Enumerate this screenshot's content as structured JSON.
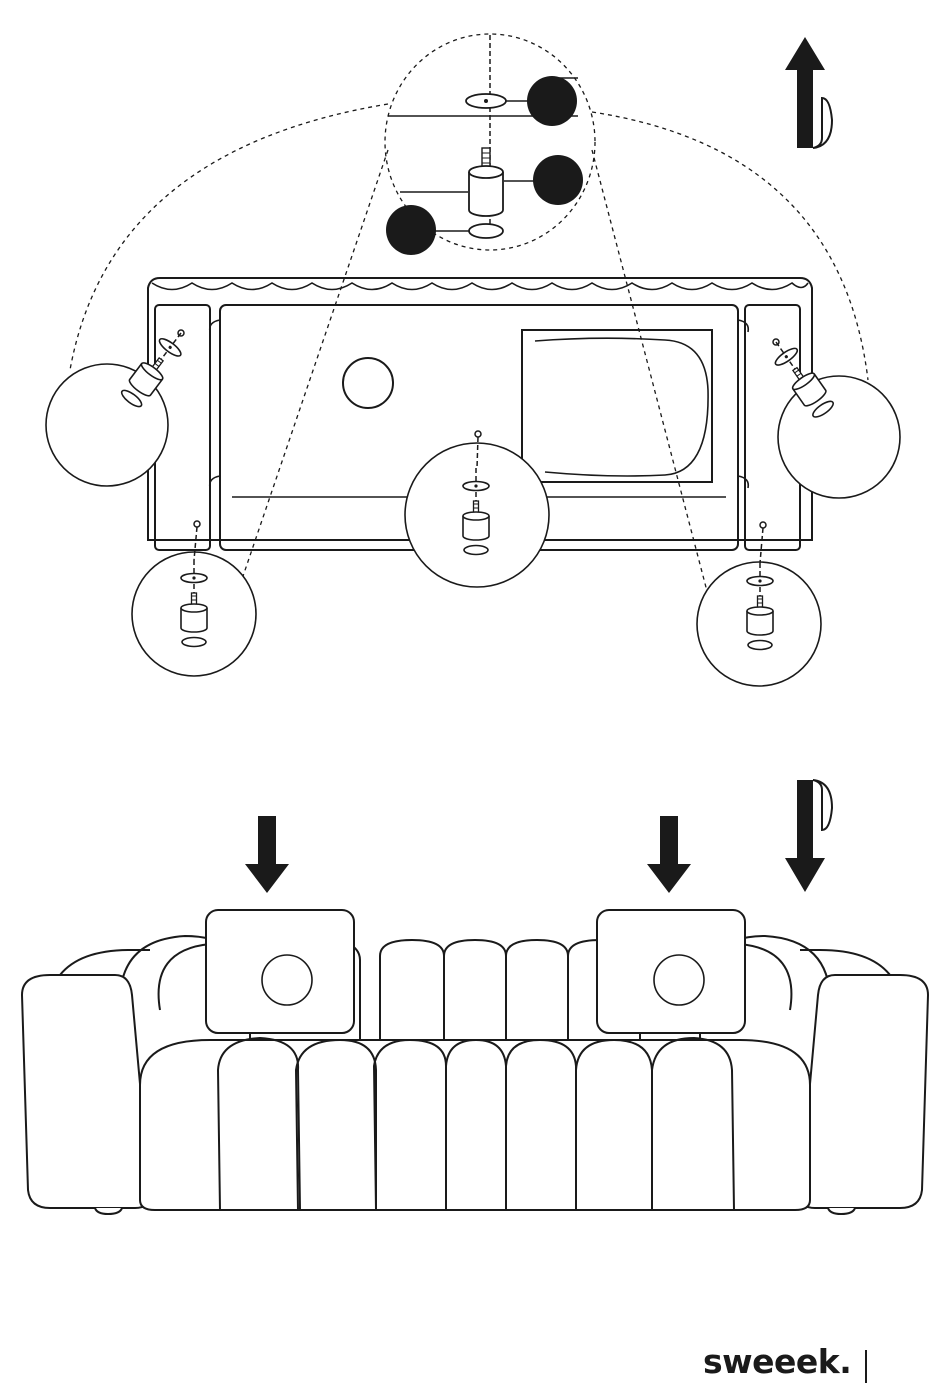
{
  "brand": {
    "name": "sweeek."
  },
  "steps": [
    {
      "id": "flip-sofa-upside-down",
      "icon": "flip-up-arrow-icon"
    },
    {
      "id": "attach-feet",
      "hardware": [
        "washer",
        "threaded-foot",
        "felt-pad"
      ],
      "feet_count": 5
    },
    {
      "id": "flip-sofa-back",
      "icon": "flip-down-arrow-icon"
    },
    {
      "id": "place-cushions",
      "cushion_count": 2,
      "icon": "down-arrow-icon"
    }
  ],
  "colors": {
    "ink": "#1a1a1a",
    "paper": "#ffffff"
  }
}
